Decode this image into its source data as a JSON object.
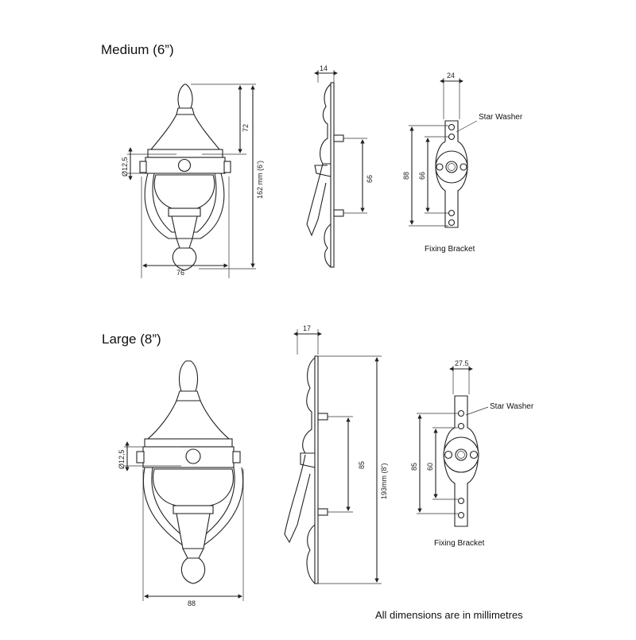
{
  "medium": {
    "title": "Medium (6”)",
    "knocker": {
      "height_72": "72",
      "height_162": "162 mm (6’)",
      "width": "76",
      "hole": "Ø12,5"
    },
    "side": {
      "depth": "14",
      "fixings": "66"
    },
    "bracket": {
      "width": "24",
      "label_star": "Star Washer",
      "outer": "88",
      "inner": "66",
      "caption": "Fixing Bracket"
    }
  },
  "large": {
    "title": "Large (8”)",
    "knocker": {
      "width": "88",
      "hole": "Ø12,5"
    },
    "side": {
      "depth": "17",
      "fixings": "85",
      "height": "193mm (8’)"
    },
    "bracket": {
      "width": "27.5",
      "label_star": "Star Washer",
      "outer": "85",
      "inner": "60",
      "caption": "Fixing Bracket"
    }
  },
  "footer": "All dimensions are in millimetres"
}
